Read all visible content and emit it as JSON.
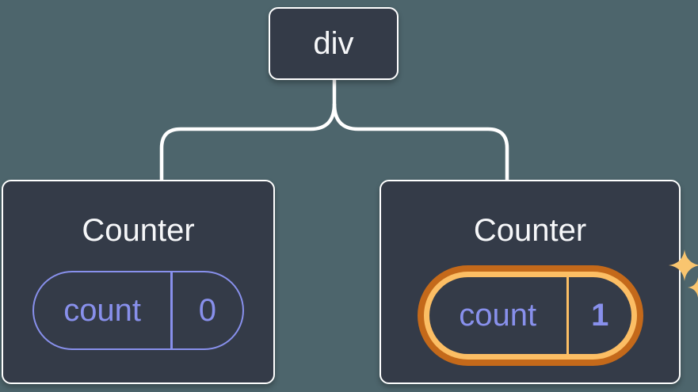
{
  "diagram": {
    "root_node": {
      "label": "div"
    },
    "left_counter": {
      "title": "Counter",
      "state_pill": {
        "key": "count",
        "value": "0"
      }
    },
    "right_counter": {
      "title": "Counter",
      "state_pill": {
        "key": "count",
        "value": "1"
      },
      "highlighted": true
    }
  },
  "colors": {
    "background": "#4D656C",
    "node_background": "#343B48",
    "node_border": "#FFFFFF",
    "state_purple": "#8890EC",
    "highlight_orange_dark": "#C4691A",
    "highlight_orange_light": "#FCBE64",
    "sparkle": "#F9C56F",
    "text_white": "#F6F7F9"
  }
}
